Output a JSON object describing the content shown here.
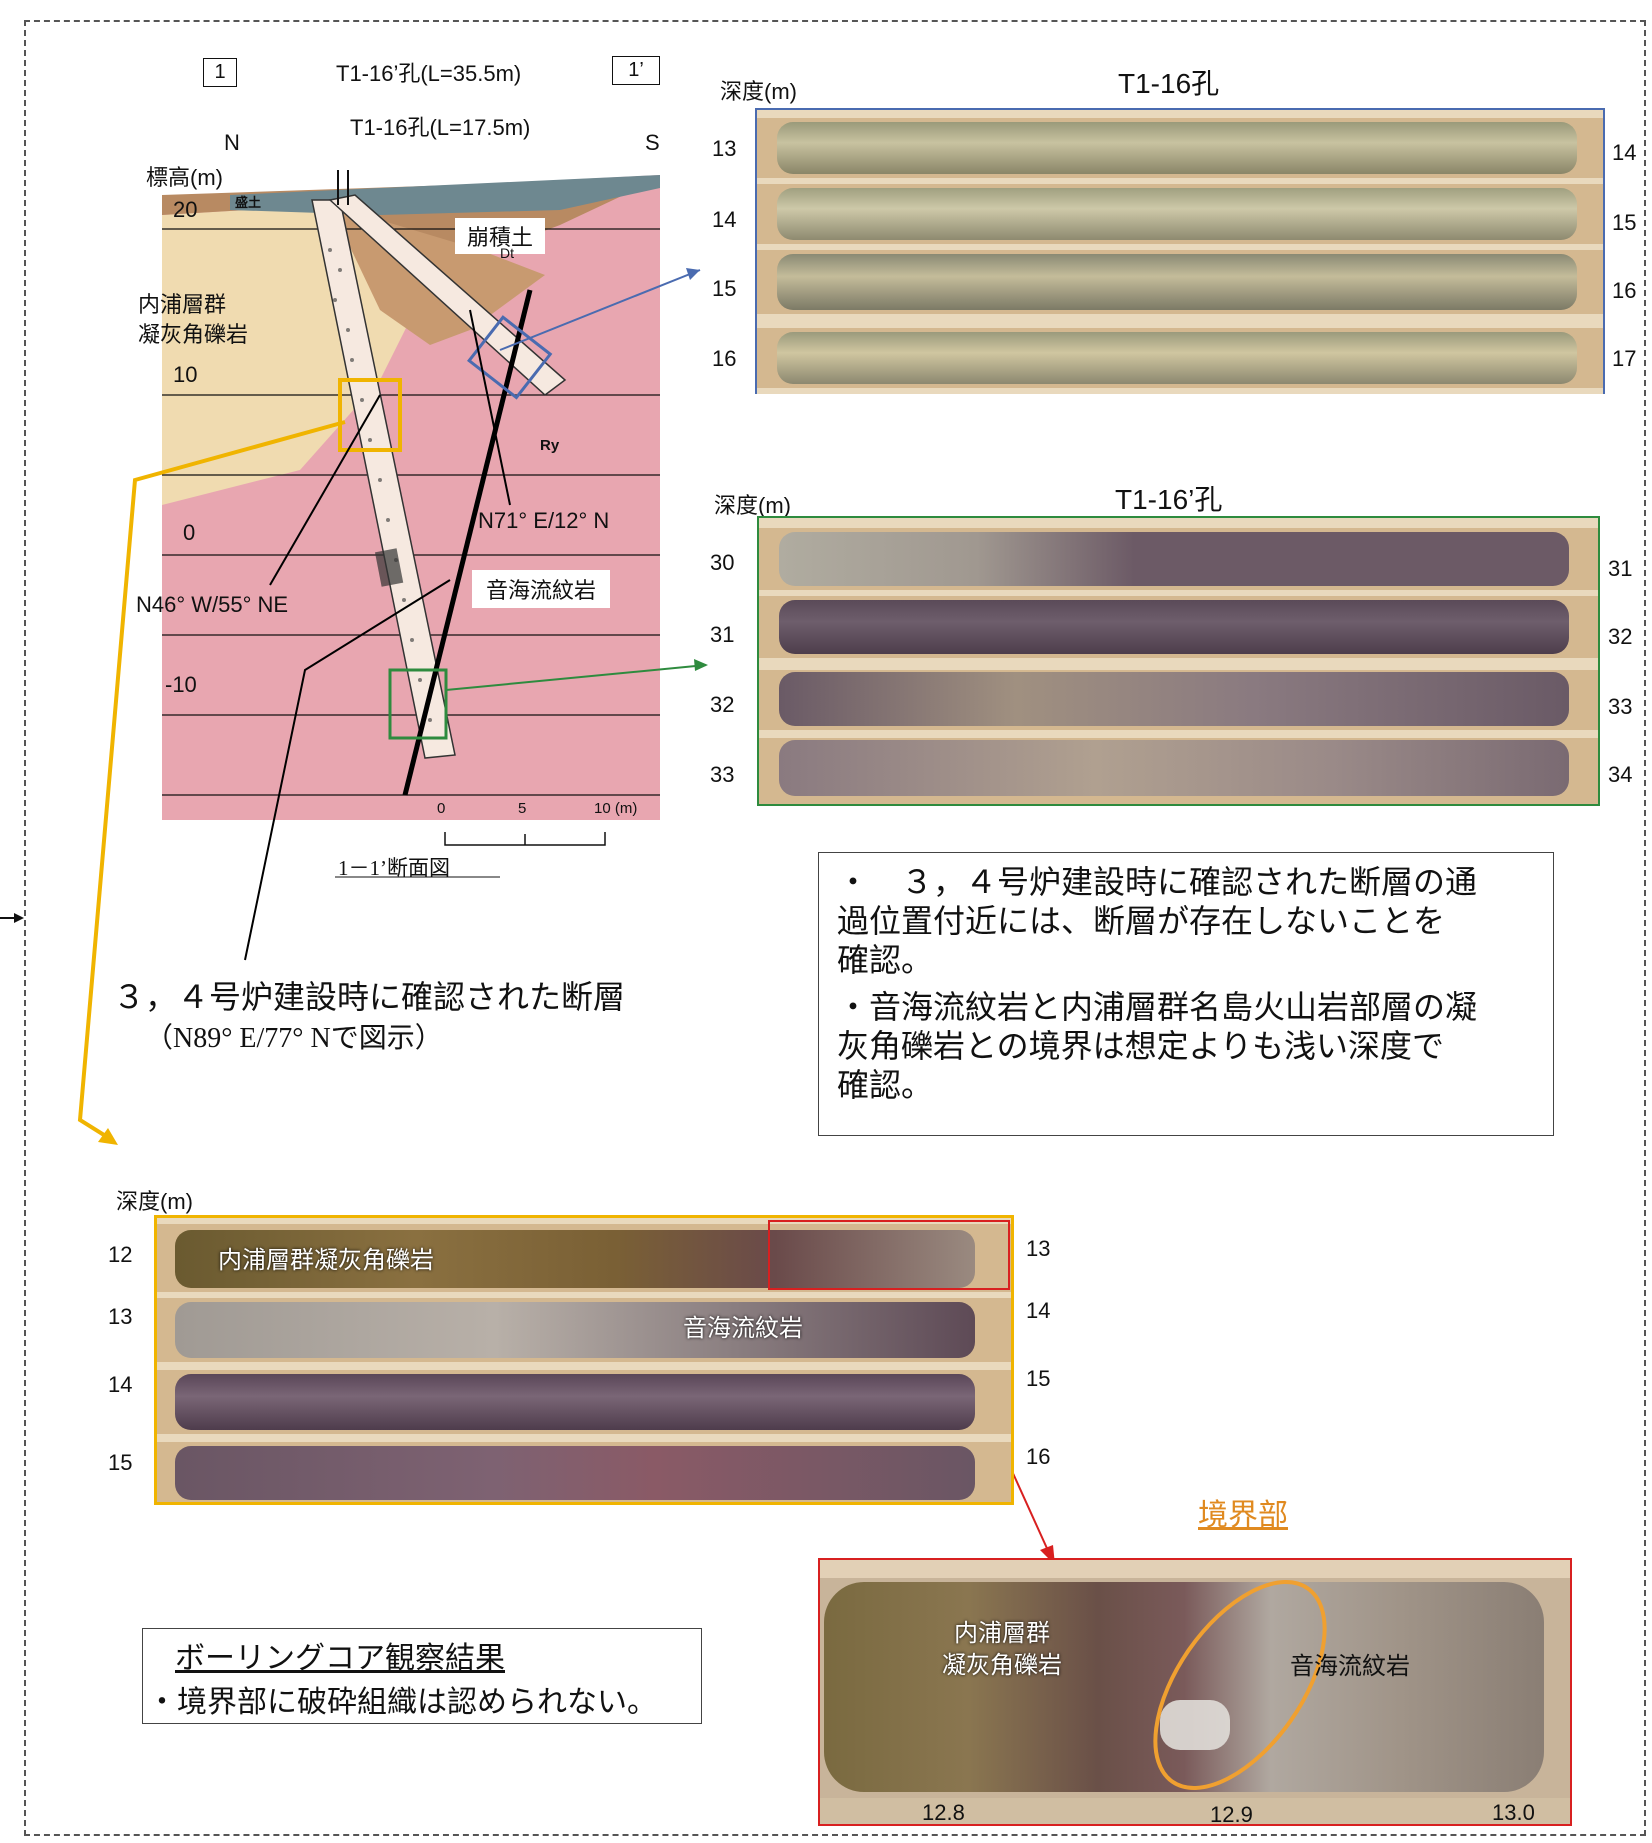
{
  "cross_section": {
    "marker_left": "1",
    "marker_right": "1’",
    "hole_long_label": "T1-16’孔(L=35.5m)",
    "hole_short_label": "T1-16孔(L=17.5m)",
    "north": "N",
    "south": "S",
    "elevation_label": "標高(m)",
    "elevations": [
      "20",
      "10",
      "0",
      "-10"
    ],
    "fill_label": "盛土",
    "colluvium_label": "崩積土",
    "colluvium_code": "Dt",
    "rhyolite_code": "Ry",
    "tuff_label_1": "内浦層群",
    "tuff_label_2": "凝灰角礫岩",
    "rhyolite_label": "音海流紋岩",
    "strike_dip_1": "N71° E/12° N",
    "strike_dip_2": "N46° W/55° NE",
    "scale_ticks": [
      "0",
      "5",
      "10 (m)"
    ],
    "section_title": "1－1’断面図",
    "fault_caption_1": "３，４号炉建設時に確認された断層",
    "fault_caption_2": "（N89° E/77° Nで図示）"
  },
  "core_t1_16": {
    "title": "T1-16孔",
    "depth_label": "深度(m)",
    "left_depths": [
      "13",
      "14",
      "15",
      "16"
    ],
    "right_depths": [
      "14",
      "15",
      "16",
      "17"
    ]
  },
  "core_t1_16p": {
    "title": "T1-16’孔",
    "depth_label": "深度(m)",
    "left_depths": [
      "30",
      "31",
      "32",
      "33"
    ],
    "right_depths": [
      "31",
      "32",
      "33",
      "34"
    ]
  },
  "note_box": {
    "line1": "・　３，４号炉建設時に確認された断層の通",
    "line2": "過位置付近には、断層が存在しないことを",
    "line3": "確認。",
    "line4": "・音海流紋岩と内浦層群名島火山岩部層の凝",
    "line5": "灰角礫岩との境界は想定よりも浅い深度で",
    "line6": "確認。"
  },
  "core_boundary": {
    "depth_label": "深度(m)",
    "left_depths": [
      "12",
      "13",
      "14",
      "15"
    ],
    "right_depths": [
      "13",
      "14",
      "15",
      "16"
    ],
    "tuff_label": "内浦層群凝灰角礫岩",
    "rhyolite_label": "音海流紋岩"
  },
  "zoom": {
    "title": "境界部",
    "tuff_label_1": "内浦層群",
    "tuff_label_2": "凝灰角礫岩",
    "rhyolite_label": "音海流紋岩",
    "depths": [
      "12.8",
      "12.9",
      "13.0"
    ]
  },
  "observation": {
    "title": "ボーリングコア観察結果",
    "text": "・境界部に破砕組織は認められない。"
  },
  "colors": {
    "blue_box": "#4a6bb0",
    "green_box": "#2e8b3e",
    "yellow_box": "#f0b400",
    "red_box": "#d82020",
    "orange_ellipse": "#f0a030",
    "rock_pink": "#e8a6b0",
    "tuff_beige": "#f0dbb0",
    "colluvium_brown": "#b88a62"
  }
}
